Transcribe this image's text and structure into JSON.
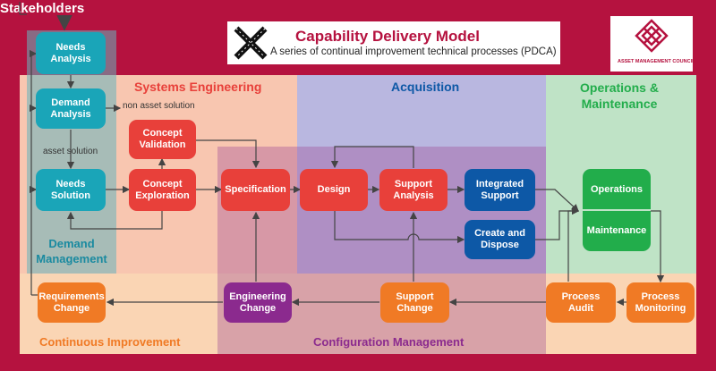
{
  "header": {
    "stakeholders": "Stakeholders",
    "title": "Capability Delivery Model",
    "subtitle": "A series of continual improvement technical processes (PDCA)",
    "logo_text": "ASSET MANAGEMENT COUNCIL"
  },
  "regions": {
    "systems_engineering": "Systems Engineering",
    "acquisition": "Acquisition",
    "operations_maintenance": "Operations & Maintenance",
    "demand_management": "Demand Management",
    "continuous_improvement": "Continuous Improvement",
    "configuration_management": "Configuration Management"
  },
  "edge_labels": {
    "non_asset": "non asset solution",
    "asset": "asset solution"
  },
  "nodes": {
    "needs_analysis": "Needs Analysis",
    "demand_analysis": "Demand Analysis",
    "needs_solution": "Needs Solution",
    "concept_validation": "Concept Validation",
    "concept_exploration": "Concept Exploration",
    "specification": "Specification",
    "design": "Design",
    "support_analysis": "Support Analysis",
    "integrated_support": "Integrated Support",
    "create_dispose": "Create and Dispose",
    "operations": "Operations",
    "maintenance": "Maintenance",
    "process_audit": "Process Audit",
    "process_monitoring": "Process Monitoring",
    "support_change": "Support Change",
    "engineering_change": "Engineering Change",
    "requirements_change": "Requirements Change"
  },
  "colors": {
    "frame": "#b5123f",
    "teal": "#1aa5b8",
    "red": "#e8403a",
    "blue": "#0d58a6",
    "green": "#22ad4b",
    "orange": "#f07a25",
    "purple": "#8b2a8e"
  }
}
